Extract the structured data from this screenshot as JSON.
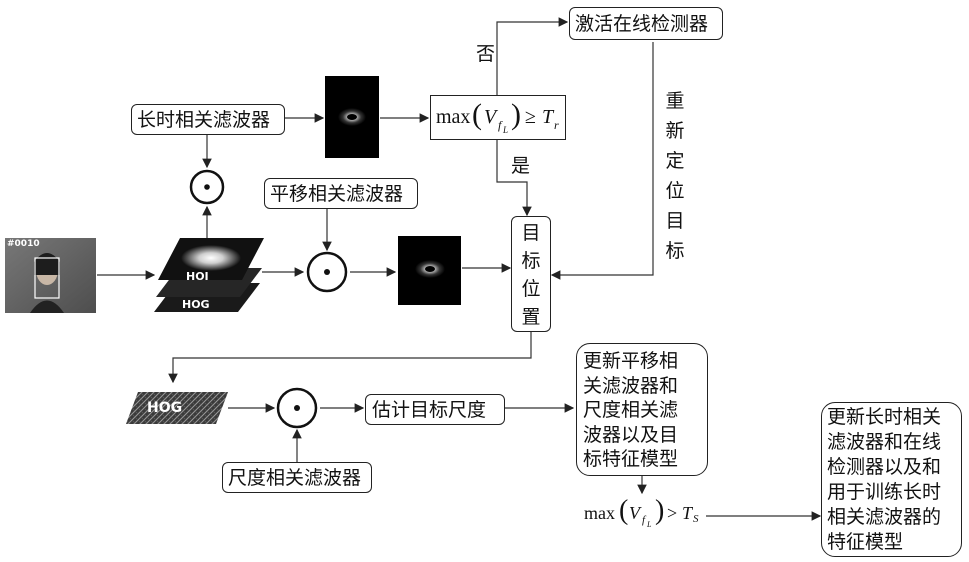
{
  "boxes": {
    "long_term_filter": "长时相关滤波器",
    "translation_filter": "平移相关滤波器",
    "scale_filter": "尺度相关滤波器",
    "activate_detector": "激活在线检测器",
    "estimate_scale": "估计目标尺度",
    "target_position": [
      "目",
      "标",
      "位",
      "置"
    ],
    "update_translation_scale": [
      "更新平移相",
      "关滤波器和",
      "尺度相关滤",
      "波器以及目",
      "标特征模型"
    ],
    "update_long_term": [
      "更新长时相关",
      "滤波器和在线",
      "检测器以及和",
      "用于训练长时",
      "相关滤波器的",
      "特征模型"
    ]
  },
  "labels": {
    "no": "否",
    "yes": "是",
    "relocate": [
      "重",
      "新",
      "定",
      "位",
      "目",
      "标"
    ]
  },
  "formula_top": {
    "max": "max",
    "V": "V",
    "sub": "f",
    "subsub": "L",
    "op": "≥",
    "T": "T",
    "Tsub": "r"
  },
  "formula_bottom": {
    "max": "max",
    "V": "V",
    "sub": "f",
    "subsub": "L",
    "op": ">",
    "T": "T",
    "Tsub": "S"
  },
  "frame_label": "#0010",
  "stack_labels": {
    "hoi": "HOI",
    "hog": "HOG"
  },
  "hog_patch_label": "HOG",
  "operator_symbol": "⊙"
}
